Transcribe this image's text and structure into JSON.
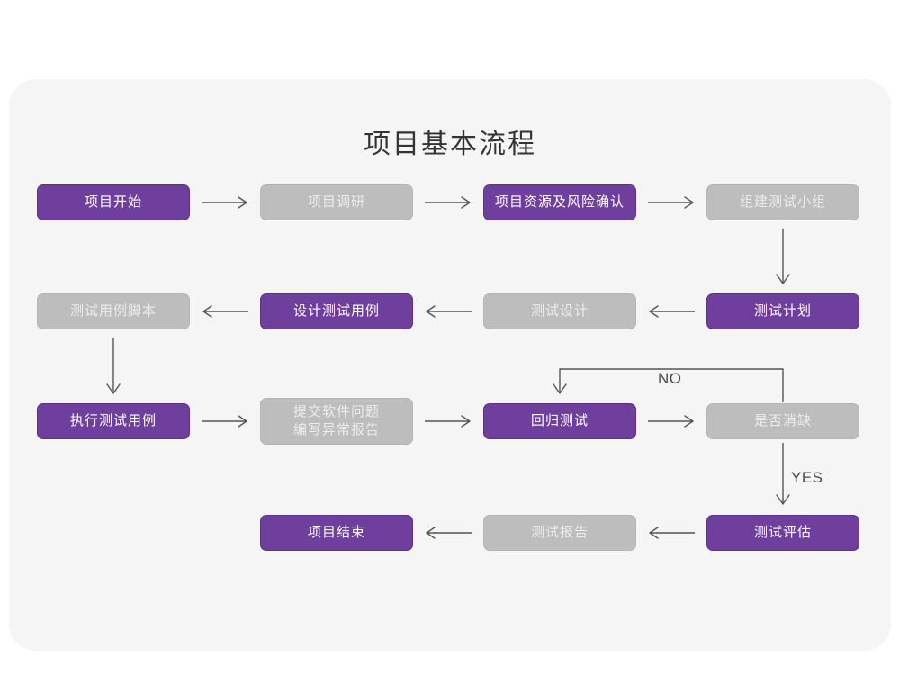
{
  "title": "项目基本流程",
  "colors": {
    "panel_bg": "#f5f5f5",
    "page_bg": "#ffffff",
    "purple": "#6f3f9e",
    "purple_border": "#5c3187",
    "gray": "#bdbdbd",
    "gray_text": "#ececec",
    "arrow": "#555555",
    "title_text": "#333333"
  },
  "chart_data": {
    "type": "diagram",
    "subtype": "flowchart",
    "title": "项目基本流程",
    "nodes": [
      {
        "id": "n1",
        "label": "项目开始",
        "style": "purple",
        "row": 1,
        "col": 1
      },
      {
        "id": "n2",
        "label": "项目调研",
        "style": "gray",
        "row": 1,
        "col": 2
      },
      {
        "id": "n3",
        "label": "项目资源及风险确认",
        "style": "purple",
        "row": 1,
        "col": 3
      },
      {
        "id": "n4",
        "label": "组建测试小组",
        "style": "gray",
        "row": 1,
        "col": 4
      },
      {
        "id": "n5",
        "label": "测试计划",
        "style": "purple",
        "row": 2,
        "col": 4
      },
      {
        "id": "n6",
        "label": "测试设计",
        "style": "gray",
        "row": 2,
        "col": 3
      },
      {
        "id": "n7",
        "label": "设计测试用例",
        "style": "purple",
        "row": 2,
        "col": 2
      },
      {
        "id": "n8",
        "label": "测试用例脚本",
        "style": "gray",
        "row": 2,
        "col": 1
      },
      {
        "id": "n9",
        "label": "执行测试用例",
        "style": "purple",
        "row": 3,
        "col": 1
      },
      {
        "id": "n10",
        "label": "提交软件问题\n编写异常报告",
        "style": "gray",
        "row": 3,
        "col": 2
      },
      {
        "id": "n11",
        "label": "回归测试",
        "style": "purple",
        "row": 3,
        "col": 3
      },
      {
        "id": "n12",
        "label": "是否消缺",
        "style": "gray",
        "row": 3,
        "col": 4
      },
      {
        "id": "n13",
        "label": "测试评估",
        "style": "purple",
        "row": 4,
        "col": 4
      },
      {
        "id": "n14",
        "label": "测试报告",
        "style": "gray",
        "row": 4,
        "col": 3
      },
      {
        "id": "n15",
        "label": "项目结束",
        "style": "purple",
        "row": 4,
        "col": 2
      }
    ],
    "edges": [
      {
        "from": "n1",
        "to": "n2",
        "label": "",
        "dir": "right"
      },
      {
        "from": "n2",
        "to": "n3",
        "label": "",
        "dir": "right"
      },
      {
        "from": "n3",
        "to": "n4",
        "label": "",
        "dir": "right"
      },
      {
        "from": "n4",
        "to": "n5",
        "label": "",
        "dir": "down"
      },
      {
        "from": "n5",
        "to": "n6",
        "label": "",
        "dir": "left"
      },
      {
        "from": "n6",
        "to": "n7",
        "label": "",
        "dir": "left"
      },
      {
        "from": "n7",
        "to": "n8",
        "label": "",
        "dir": "left"
      },
      {
        "from": "n8",
        "to": "n9",
        "label": "",
        "dir": "down"
      },
      {
        "from": "n9",
        "to": "n10",
        "label": "",
        "dir": "right"
      },
      {
        "from": "n10",
        "to": "n11",
        "label": "",
        "dir": "right"
      },
      {
        "from": "n11",
        "to": "n12",
        "label": "",
        "dir": "right"
      },
      {
        "from": "n12",
        "to": "n11",
        "label": "NO",
        "dir": "loop-up-left"
      },
      {
        "from": "n12",
        "to": "n13",
        "label": "YES",
        "dir": "down"
      },
      {
        "from": "n13",
        "to": "n14",
        "label": "",
        "dir": "left"
      },
      {
        "from": "n14",
        "to": "n15",
        "label": "",
        "dir": "left"
      }
    ],
    "edge_labels": [
      "NO",
      "YES"
    ]
  },
  "edge_label_no": "NO",
  "edge_label_yes": "YES",
  "nodes": {
    "n1": "项目开始",
    "n2": "项目调研",
    "n3": "项目资源及风险确认",
    "n4": "组建测试小组",
    "n5": "测试计划",
    "n6": "测试设计",
    "n7": "设计测试用例",
    "n8": "测试用例脚本",
    "n9": "执行测试用例",
    "n10": "提交软件问题\n编写异常报告",
    "n11": "回归测试",
    "n12": "是否消缺",
    "n13": "测试评估",
    "n14": "测试报告",
    "n15": "项目结束"
  }
}
